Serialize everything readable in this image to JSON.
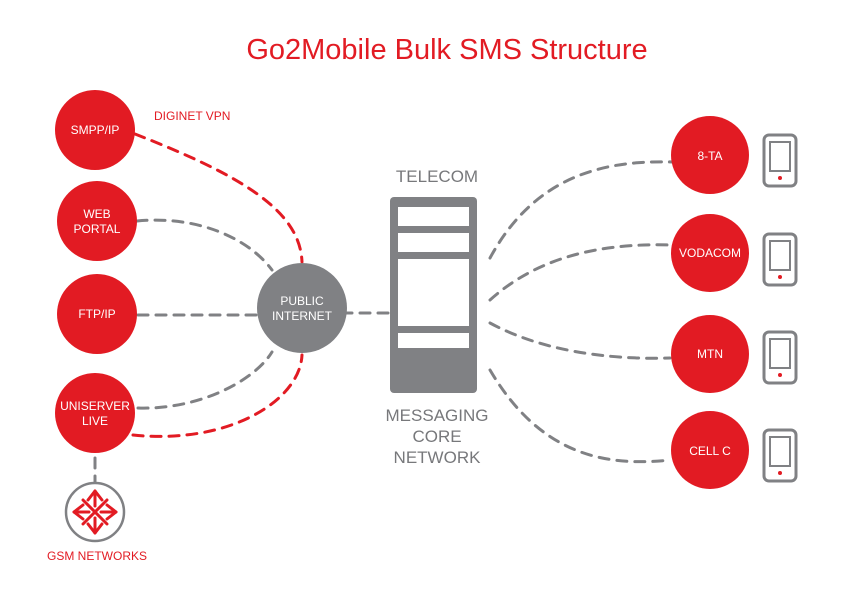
{
  "title": "Go2Mobile Bulk SMS Structure",
  "colors": {
    "red": "#e21b23",
    "grey": "#808184",
    "dash_grey": "#7f7f7f",
    "white": "#ffffff"
  },
  "sources": [
    {
      "id": "smpp",
      "lines": [
        "SMPP/IP"
      ]
    },
    {
      "id": "web",
      "lines": [
        "WEB",
        "PORTAL"
      ]
    },
    {
      "id": "ftp",
      "lines": [
        "FTP/IP"
      ]
    },
    {
      "id": "uniserver",
      "lines": [
        "UNISERVER",
        "LIVE"
      ]
    }
  ],
  "vpn_label": "DIGINET VPN",
  "internet": {
    "lines": [
      "PUBLIC",
      "INTERNET"
    ]
  },
  "telecom_label": "TELECOM",
  "core_label": [
    "MESSAGING",
    "CORE",
    "NETWORK"
  ],
  "gsm": {
    "label": "GSM NETWORKS",
    "icon": "directional-arrows-icon"
  },
  "carriers": [
    {
      "id": "8ta",
      "label": "8-TA",
      "icon": "mobile-phone-icon"
    },
    {
      "id": "vodacom",
      "label": "VODACOM",
      "icon": "mobile-phone-icon"
    },
    {
      "id": "mtn",
      "label": "MTN",
      "icon": "mobile-phone-icon"
    },
    {
      "id": "cellc",
      "label": "CELL C",
      "icon": "mobile-phone-icon"
    }
  ]
}
